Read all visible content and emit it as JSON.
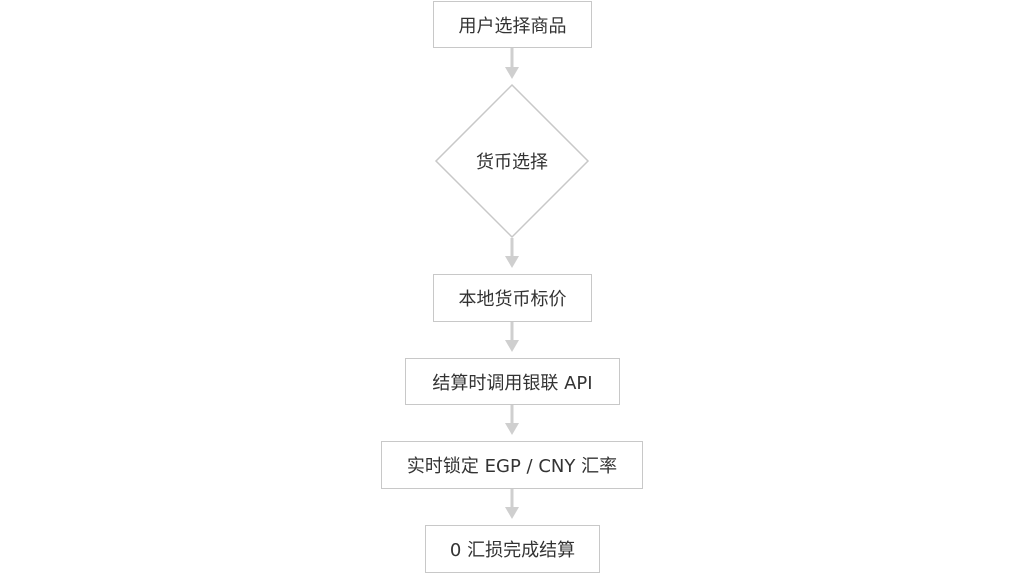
{
  "diagram": {
    "nodes": [
      {
        "id": "select-product",
        "shape": "rect",
        "label": "用户选择商品"
      },
      {
        "id": "currency-select",
        "shape": "diamond",
        "label": "货币选择"
      },
      {
        "id": "local-pricing",
        "shape": "rect",
        "label": "本地货币标价"
      },
      {
        "id": "unionpay-api",
        "shape": "rect",
        "label": "结算时调用银联 API"
      },
      {
        "id": "lock-rate",
        "shape": "rect",
        "label": "实时锁定 EGP / CNY 汇率"
      },
      {
        "id": "zero-loss",
        "shape": "rect",
        "label": "0 汇损完成结算"
      }
    ],
    "colors": {
      "border": "#c8c8c8",
      "arrow": "#cfcfcf",
      "text": "#333333",
      "background": "#ffffff"
    }
  }
}
